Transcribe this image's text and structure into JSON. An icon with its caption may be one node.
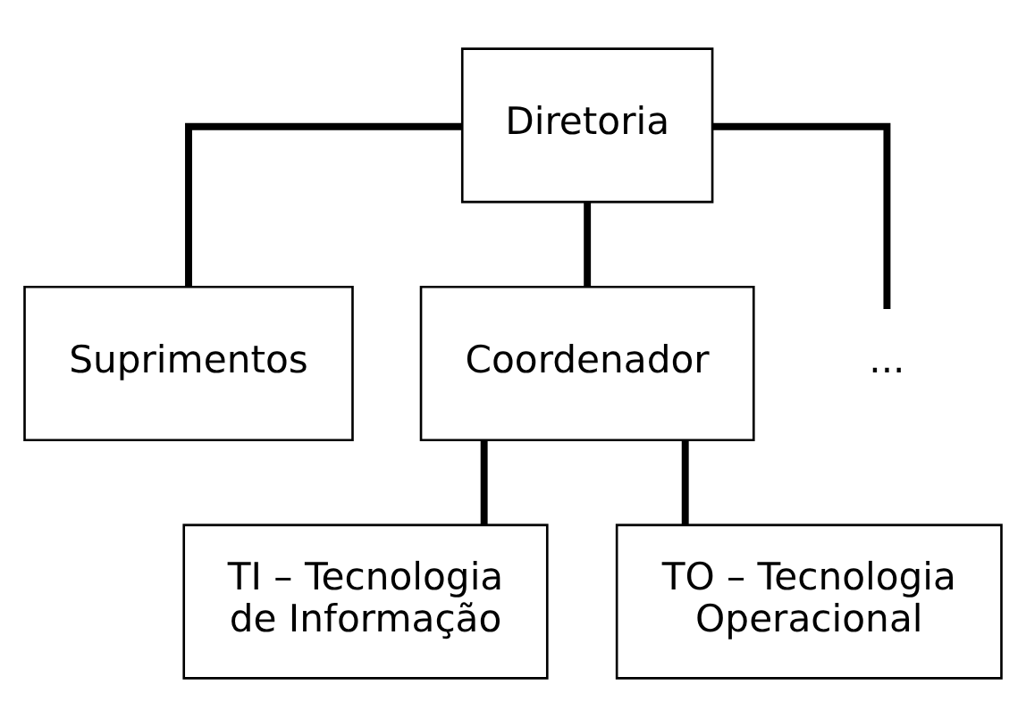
{
  "diagram": {
    "nodes": [
      {
        "text": [
          "Diretoria"
        ]
      },
      {
        "text": [
          "Suprimentos"
        ]
      },
      {
        "text": [
          "Coordenador"
        ]
      },
      {
        "text": [
          "..."
        ]
      },
      {
        "text": [
          "TI – Tecnologia de Informação"
        ]
      },
      {
        "text": [
          "TO – Tecnologia Operacional"
        ]
      }
    ],
    "edges": [
      {
        "from": 0,
        "to": 1,
        "arrow": "none"
      },
      {
        "from": 0,
        "to": 2,
        "arrow": "none"
      },
      {
        "from": 0,
        "to": 3,
        "arrow": "none"
      },
      {
        "from": 2,
        "to": 4,
        "arrow": "none"
      },
      {
        "from": 2,
        "to": 5,
        "arrow": "none"
      }
    ]
  }
}
